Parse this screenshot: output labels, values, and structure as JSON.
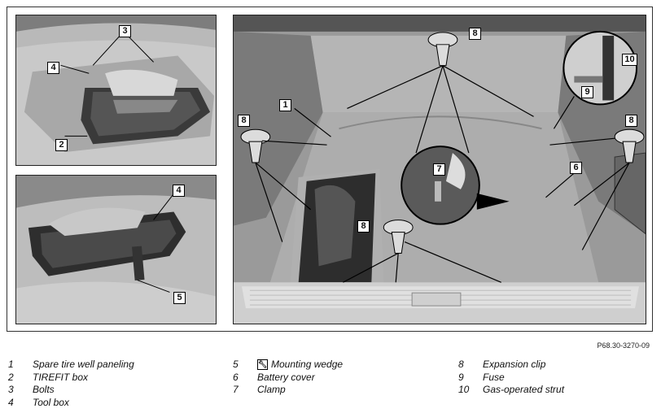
{
  "callouts": {
    "tl": [
      "3",
      "4",
      "2"
    ],
    "bl": [
      "4",
      "5"
    ],
    "r": [
      "8",
      "1",
      "8",
      "8",
      "10",
      "9",
      "6",
      "7",
      "8"
    ]
  },
  "reference_code": "P68.30-3270-09",
  "legend": {
    "col1": [
      {
        "num": "1",
        "text": "Spare tire well paneling"
      },
      {
        "num": "2",
        "text": "TIREFIT box"
      },
      {
        "num": "3",
        "text": "Bolts"
      },
      {
        "num": "4",
        "text": "Tool box"
      }
    ],
    "col2": [
      {
        "num": "5",
        "text": "Mounting wedge",
        "icon": "wrench-symbol"
      },
      {
        "num": "6",
        "text": "Battery cover"
      },
      {
        "num": "7",
        "text": "Clamp"
      }
    ],
    "col3": [
      {
        "num": "8",
        "text": "Expansion clip"
      },
      {
        "num": "9",
        "text": "Fuse"
      },
      {
        "num": "10",
        "text": "Gas-operated strut"
      }
    ]
  }
}
